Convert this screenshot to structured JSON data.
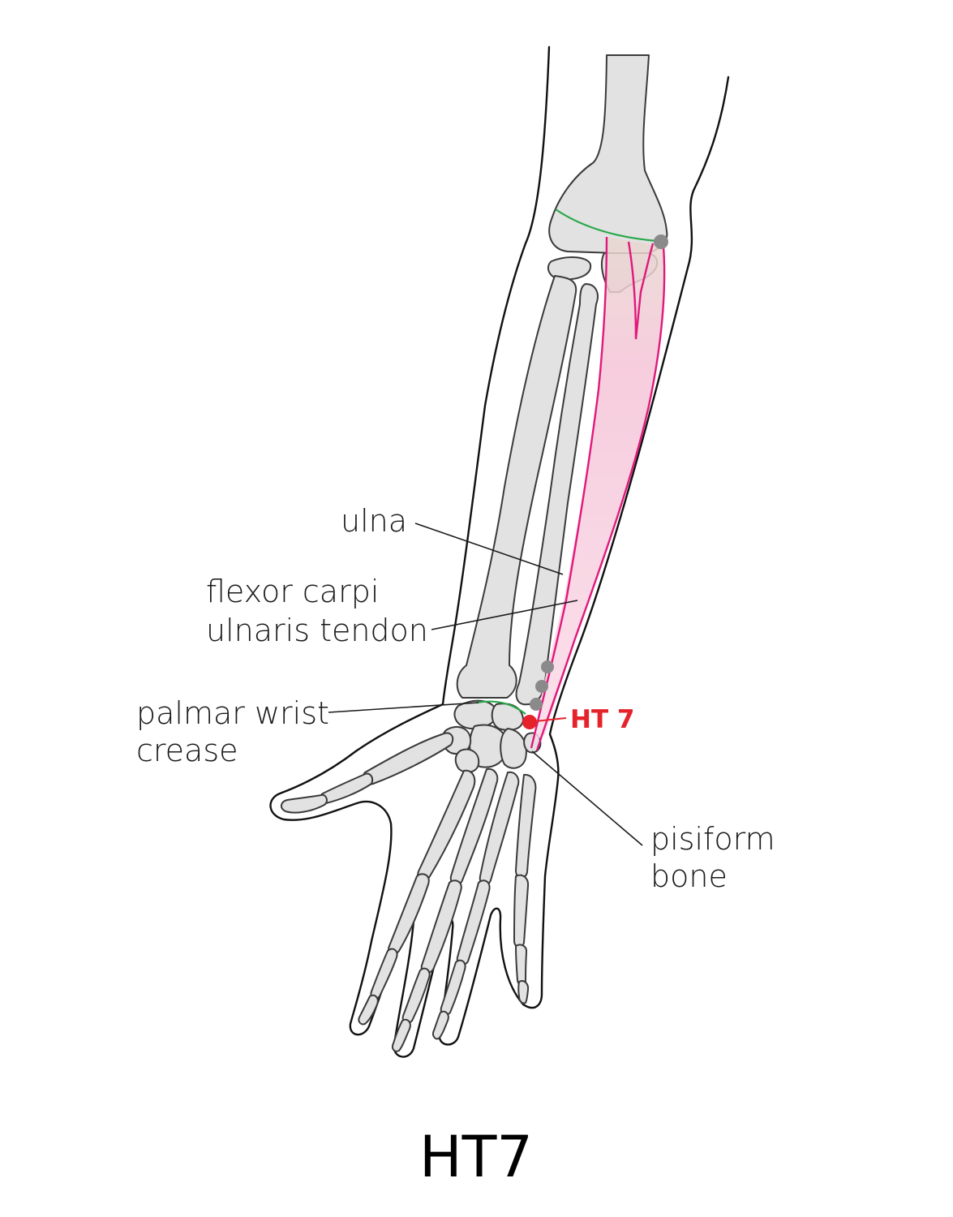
{
  "title": "HT7",
  "labels": {
    "ulna": "ulna",
    "tendon_line1": "flexor carpi",
    "tendon_line2": "ulnaris tendon",
    "crease_line1": "palmar wrist",
    "crease_line2": "crease",
    "pisiform_line1": "pisiform",
    "pisiform_line2": "bone",
    "point": "HT 7"
  },
  "colors": {
    "point": "#e5232b",
    "tendon": "#e0197d",
    "muscle_fill": "#f7c9dc",
    "crease": "#2aa84a",
    "bone_fill": "#e2e2e2",
    "landmark_dot": "#8a8a8a"
  }
}
